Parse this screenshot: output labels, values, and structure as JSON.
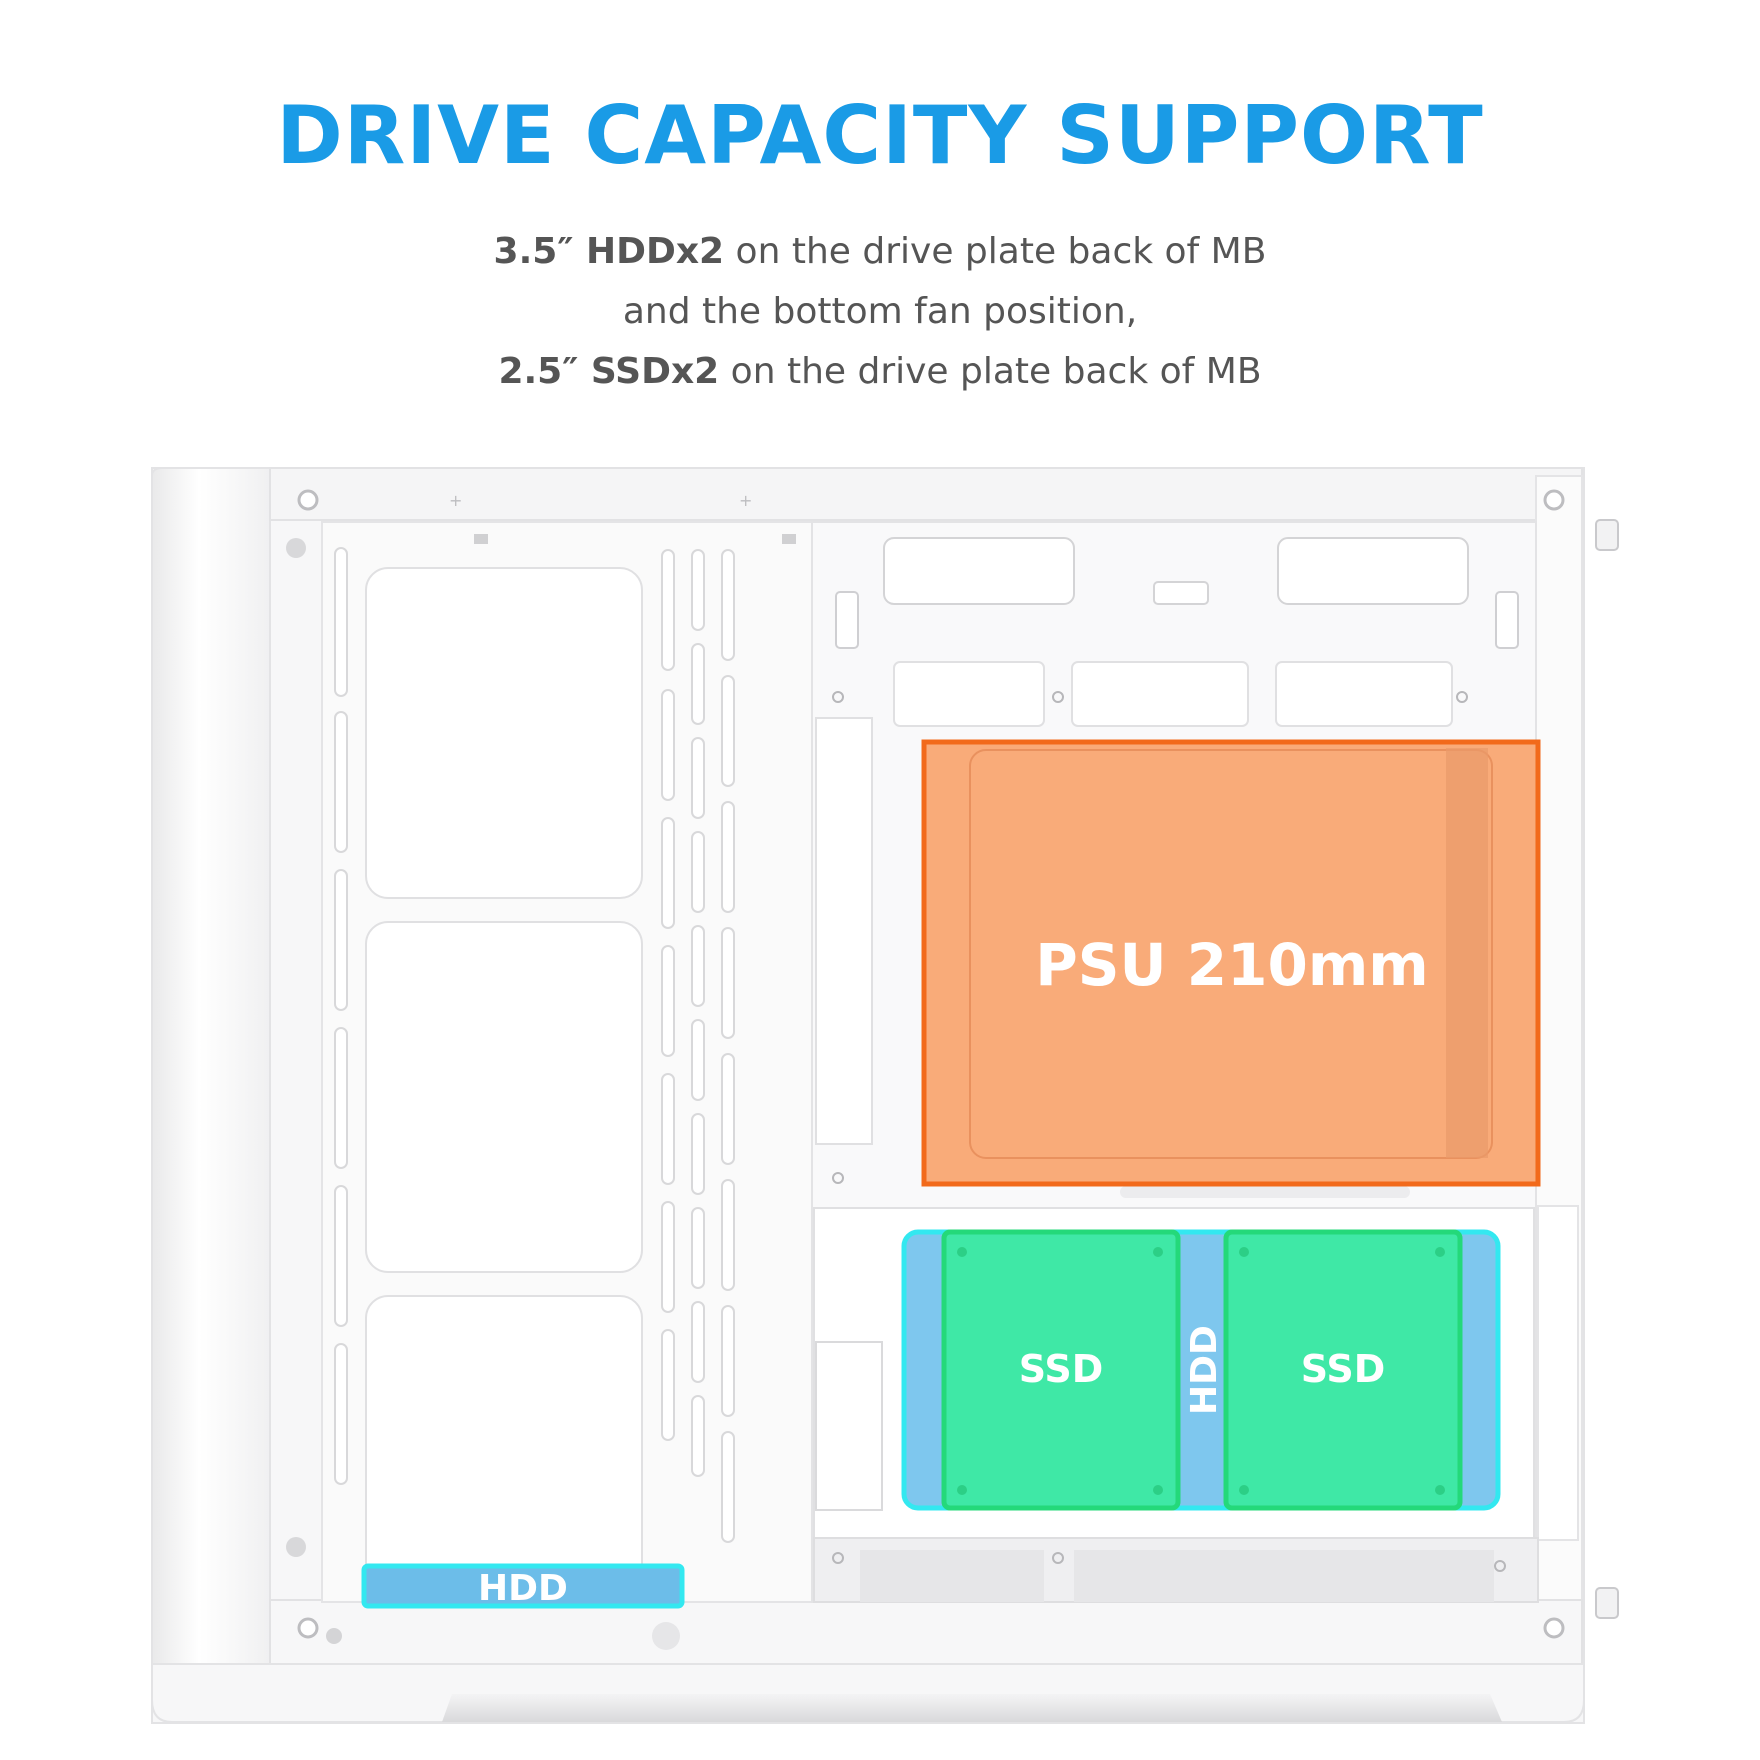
{
  "title": "DRIVE CAPACITY SUPPORT",
  "description": {
    "line1_bold": "3.5″ HDDx2",
    "line1_rest": " on the drive plate back of MB",
    "line2": "and the bottom fan position,",
    "line3_bold": "2.5″ SSDx2",
    "line3_rest": " on the drive plate back of MB"
  },
  "labels": {
    "psu": "PSU 210mm",
    "ssd_left": "SSD",
    "ssd_right": "SSD",
    "hdd_plate": "HDD",
    "hdd_bottom": "HDD"
  },
  "colors": {
    "title": "#1a9be6",
    "psu_fill": "#f9a46e",
    "psu_border": "#f26a1b",
    "ssd_fill": "#3fe8a6",
    "ssd_border": "#24d97a",
    "hdd_fill": "#7ec7ee",
    "hdd_border": "#33e8f0"
  }
}
